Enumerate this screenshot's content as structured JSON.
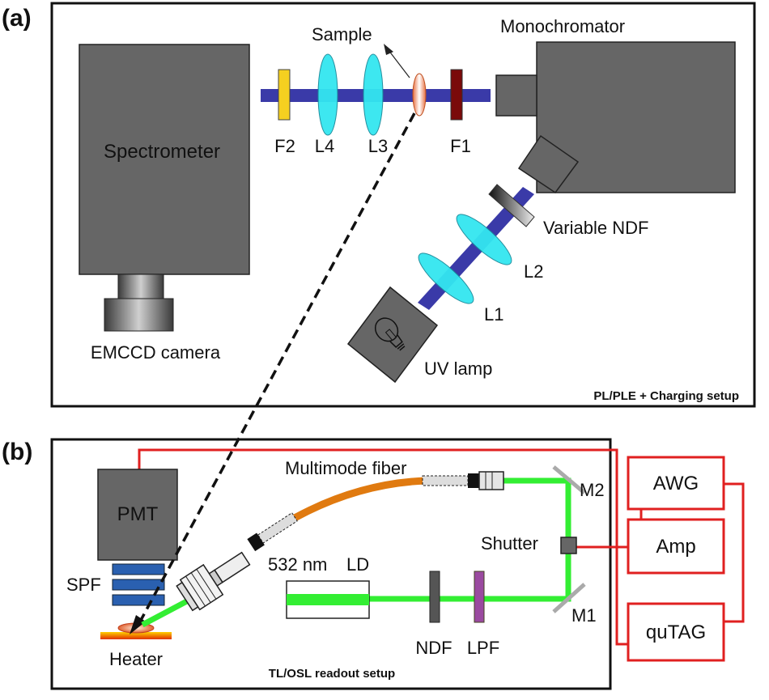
{
  "panels": {
    "a": {
      "tag": "(a)",
      "caption": "PL/PLE + Charging setup"
    },
    "b": {
      "tag": "(b)",
      "caption": "TL/OSL readout setup"
    }
  },
  "labels_a": {
    "sample": "Sample",
    "monochromator": "Monochromator",
    "spectrometer": "Spectrometer",
    "f2": "F2",
    "l4": "L4",
    "l3": "L3",
    "f1": "F1",
    "variable_ndf": "Variable NDF",
    "l2": "L2",
    "l1": "L1",
    "emccd": "EMCCD camera",
    "uv_lamp": "UV lamp"
  },
  "labels_b": {
    "pmt": "PMT",
    "spf": "SPF",
    "heater": "Heater",
    "multimode_fiber": "Multimode fiber",
    "laser_532": "532 nm",
    "ld": "LD",
    "ndf": "NDF",
    "lpf": "LPF",
    "shutter": "Shutter",
    "m1": "M1",
    "m2": "M2",
    "awg": "AWG",
    "amp": "Amp",
    "qutag": "quTAG"
  },
  "colors": {
    "beam_blue": "#3a3aa8",
    "lens_cyan": "#33e6f0",
    "green_beam": "#33ee33",
    "red_wire": "#e02020",
    "fiber_orange": "#e07a10",
    "device_gray": "#666666",
    "filter_yellow": "#f5d020",
    "filter_darkred": "#7a0a0a",
    "spf_blue": "#2a60b0",
    "lpf_purple": "#9a4aa0",
    "ndf_gray": "#555555"
  }
}
